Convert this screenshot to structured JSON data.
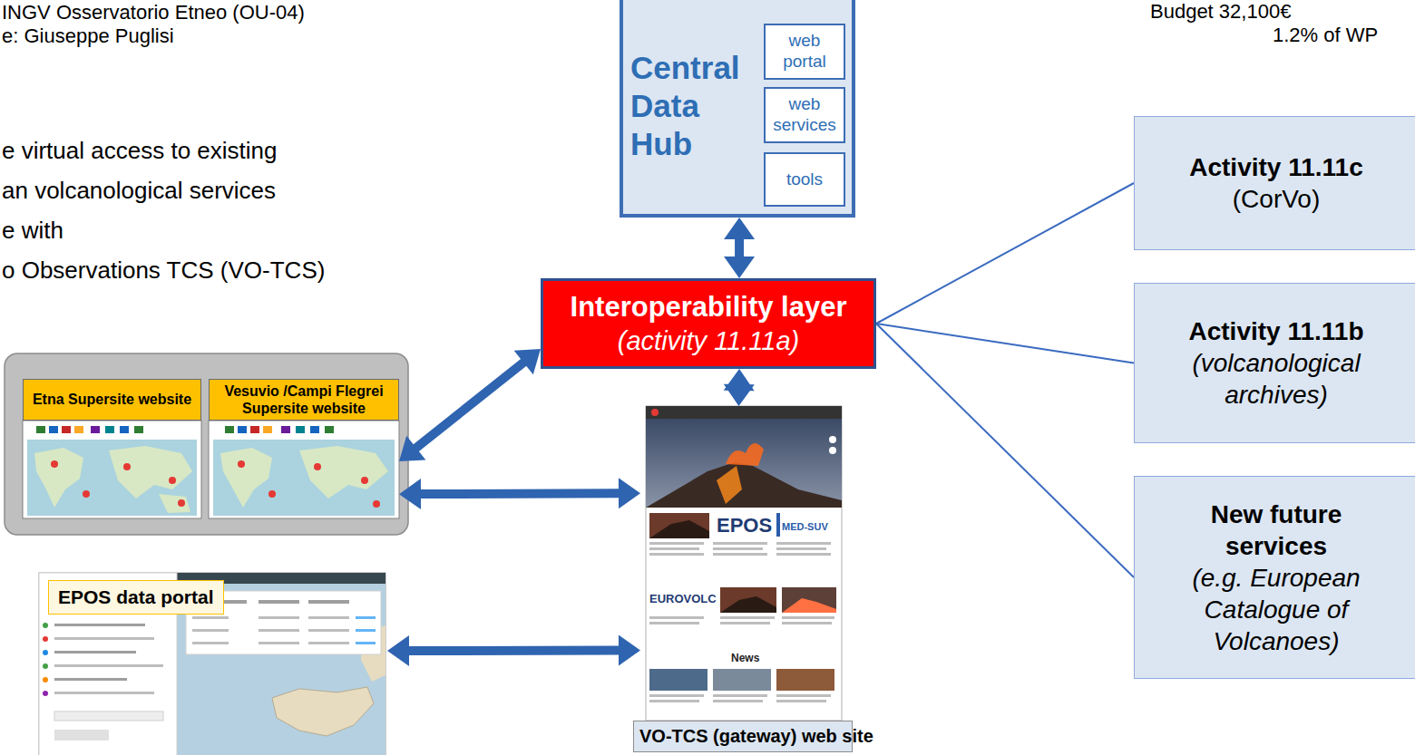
{
  "diagram": {
    "nodes": [
      {
        "text": [
          "Central Data Hub"
        ]
      },
      {
        "text": [
          "web portal"
        ],
        "in": 0
      },
      {
        "text": [
          "web services"
        ],
        "in": 0
      },
      {
        "text": [
          "tools"
        ],
        "in": 0
      },
      {
        "text": [
          "Activity 11.11c",
          "(CorVo)"
        ]
      },
      {
        "text": [
          "Interoperability layer",
          "(activity 11.11a)"
        ]
      },
      {
        "text": [
          "Activity 11.11b",
          "(volcanological archives)"
        ]
      },
      {
        "text": [
          "Etna Supersite website"
        ]
      },
      {
        "text": [
          "Vesuvio /Campi Flegrei Supersite website"
        ]
      },
      {
        "text": [
          "New future services",
          "(e.g. European Catalogue of Volcanoes)"
        ]
      },
      {
        "text": [
          "VO-TCS (gateway) web site"
        ]
      },
      {
        "text": [
          "EPOS data portal"
        ]
      }
    ],
    "edges": [
      {
        "from": 0,
        "to": 5,
        "arrow": "both"
      },
      {
        "from": 5,
        "to": 4,
        "arrow": "none"
      },
      {
        "from": 5,
        "to": 6,
        "arrow": "none"
      },
      {
        "from": 5,
        "to": 9,
        "arrow": "none"
      },
      {
        "from": 5,
        "to": 8,
        "arrow": "both"
      },
      {
        "from": 5,
        "to": 10,
        "arrow": "both"
      },
      {
        "from": 8,
        "to": 10,
        "arrow": "both"
      },
      {
        "from": 11,
        "to": 10,
        "arrow": "both"
      }
    ],
    "labels": [
      "INGV Osservatorio Etneo (OU-04)",
      "e: Giuseppe Puglisi",
      "e virtual access to existing",
      "an volcanological services",
      "e with",
      "o Observations TCS (VO-TCS)",
      "Budget 32,100€",
      "1.2% of WP",
      "EPOS",
      "MED-SUV",
      "EUROVOLC",
      "News"
    ]
  }
}
